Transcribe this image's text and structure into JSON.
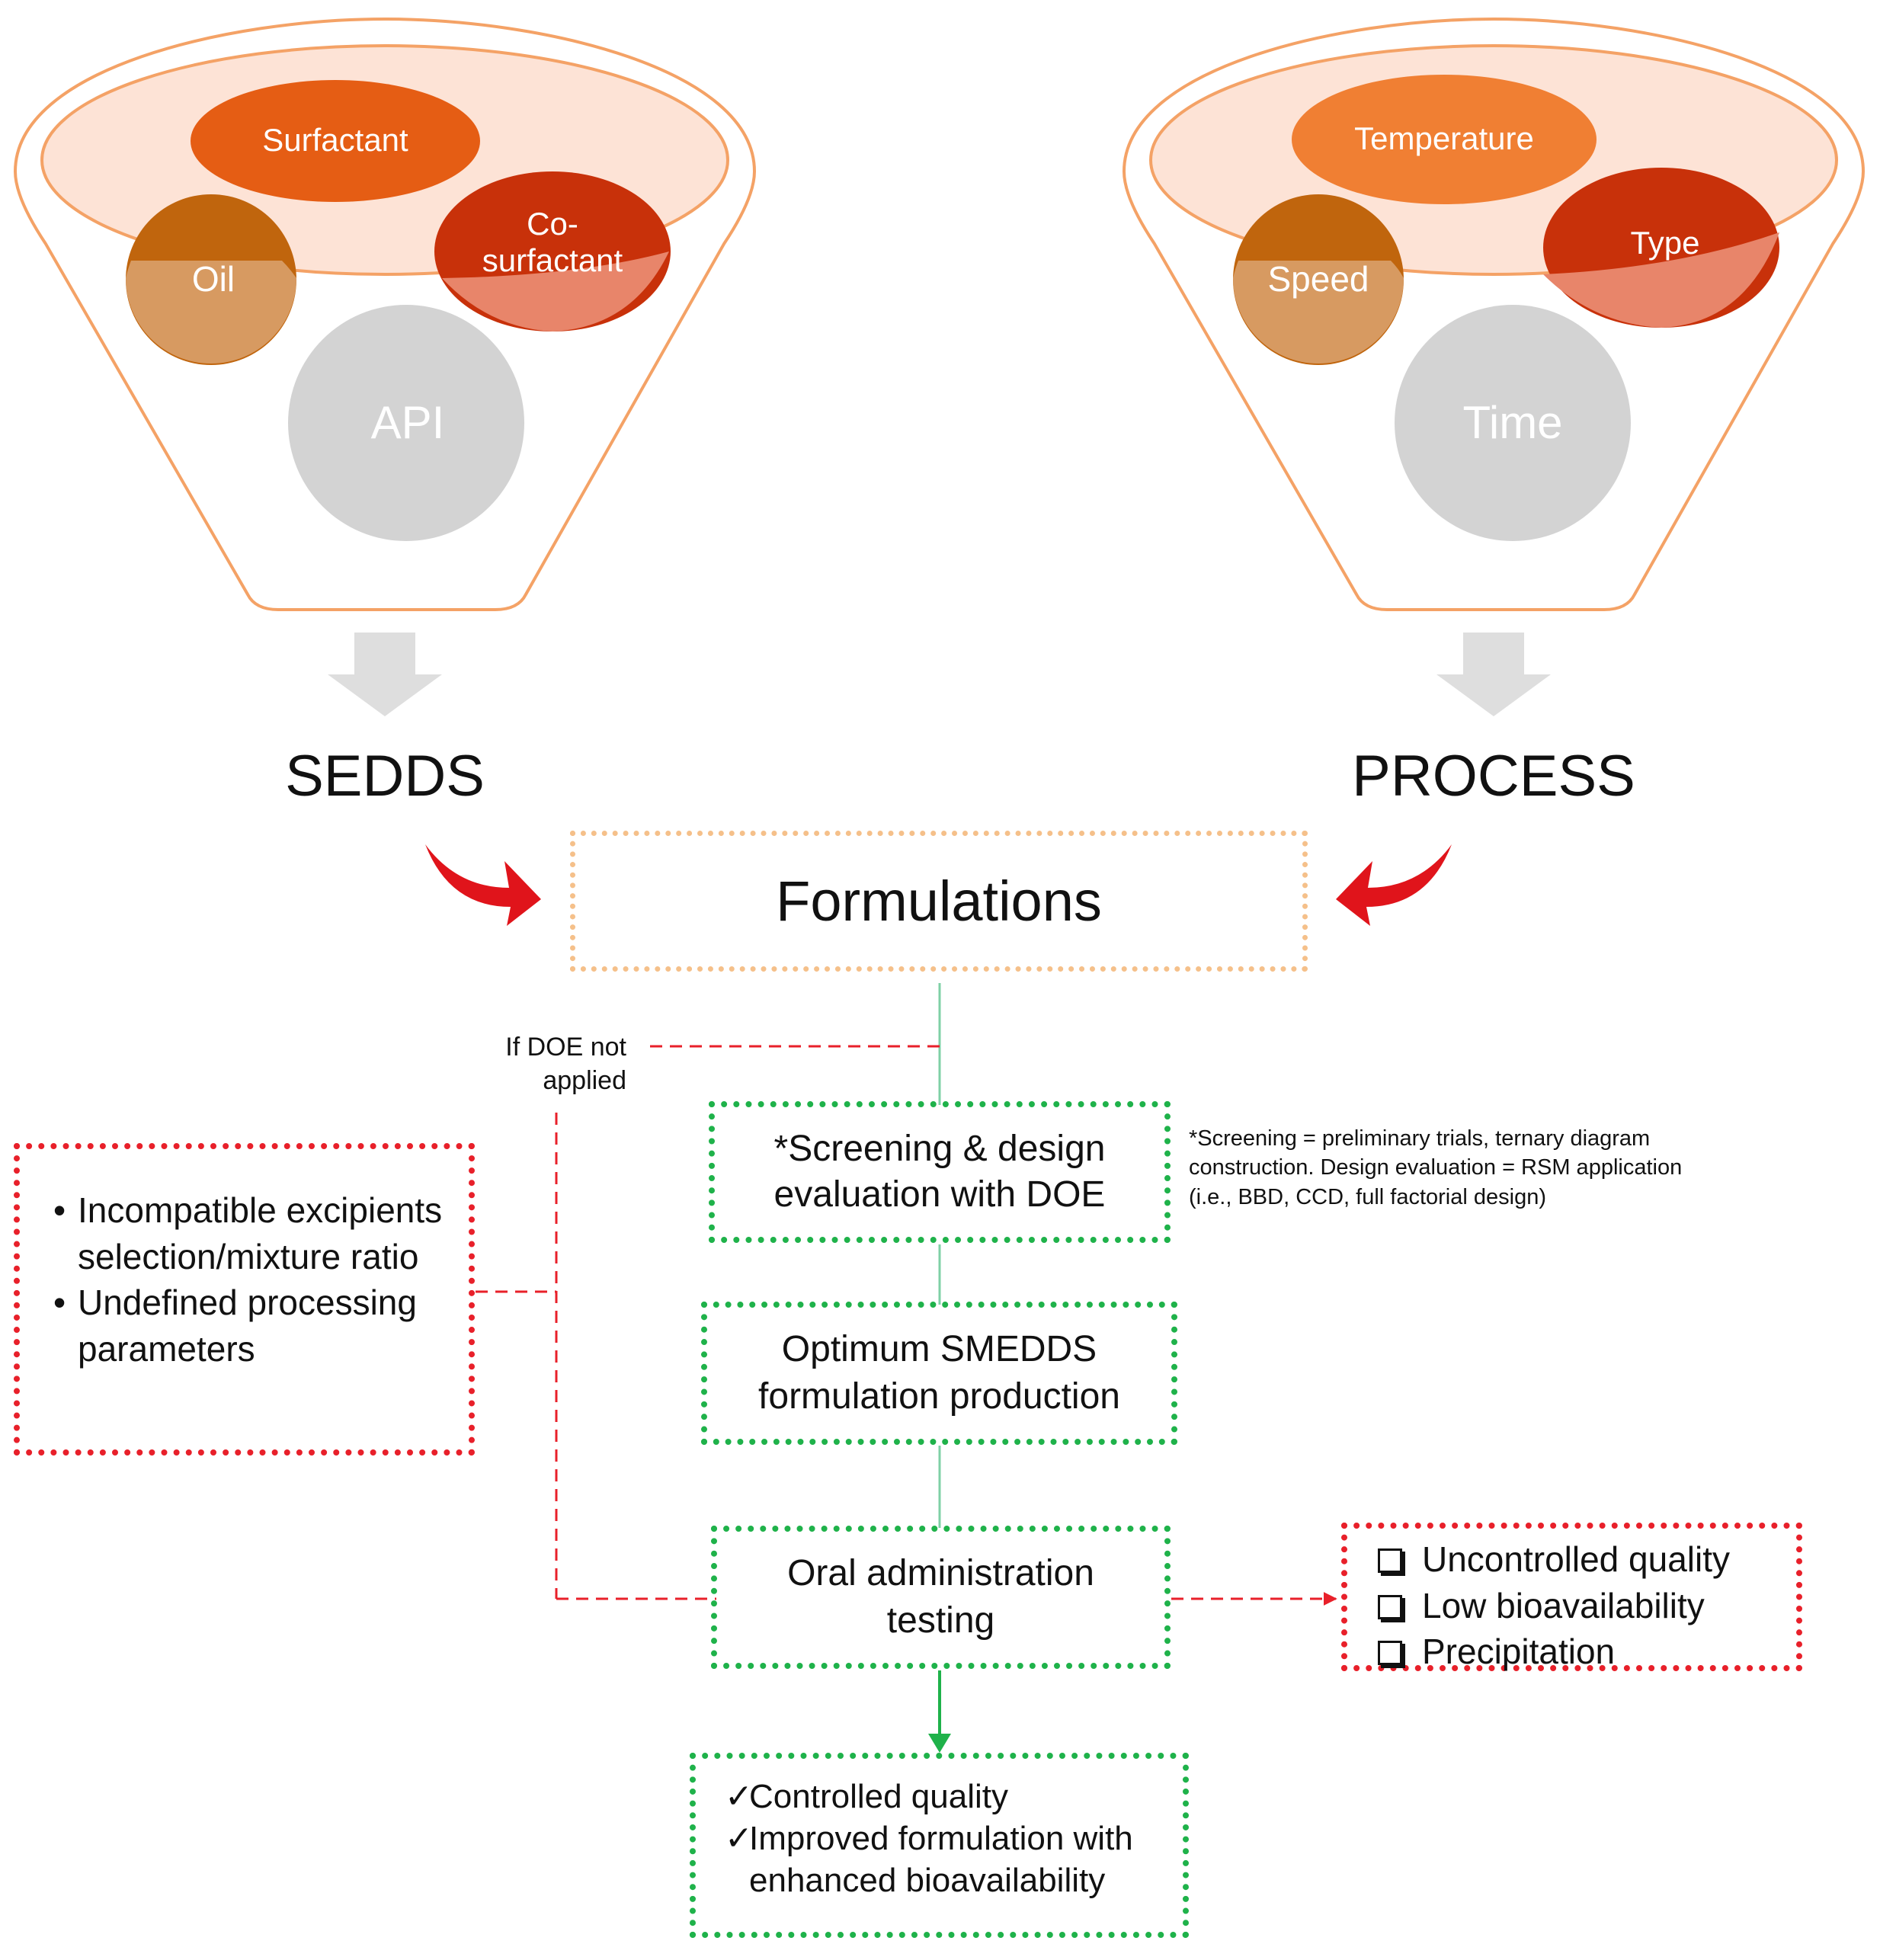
{
  "left_funnel": {
    "items": [
      "Surfactant",
      "Co-\nsurfactant",
      "Oil",
      "API"
    ],
    "output_label": "SEDDS"
  },
  "right_funnel": {
    "items": [
      "Temperature",
      "Type",
      "Speed",
      "Time"
    ],
    "output_label": "PROCESS"
  },
  "formulations": "Formulations",
  "if_doe_not_applied": "If DOE not\napplied",
  "steps": {
    "screening": "*Screening & design\nevaluation with DOE",
    "screening_note": "*Screening = preliminary trials, ternary diagram\nconstruction. Design evaluation = RSM application\n(i.e., BBD, CCD, full factorial design)",
    "optimum": "Optimum SMEDDS\nformulation production",
    "oral": "Oral administration\ntesting"
  },
  "problems": [
    "Incompatible excipients selection/mixture ratio",
    "Undefined processing parameters"
  ],
  "outcomes_bad": [
    "Uncontrolled quality",
    "Low bioavailability",
    "Precipitation"
  ],
  "outcomes_good": [
    "Controlled quality",
    "Improved formulation with\nenhanced bioavailability"
  ],
  "colors": {
    "funnel_outline": "#f4a266",
    "rim_fill": "#fde3d6",
    "surfactant": "#e55d14",
    "co_surfactant": "#c8310a",
    "oil": "#c0650d",
    "api_gray": "#d3d3d3",
    "temperature": "#f07f33",
    "arrow_gray": "#dedede",
    "curved_arrow_red": "#e0141b",
    "green_dotted": "#1fb24a",
    "red_dotted": "#e8202a",
    "orange_dotted": "#f5c08a",
    "connector_line": "#7fd0a6"
  }
}
